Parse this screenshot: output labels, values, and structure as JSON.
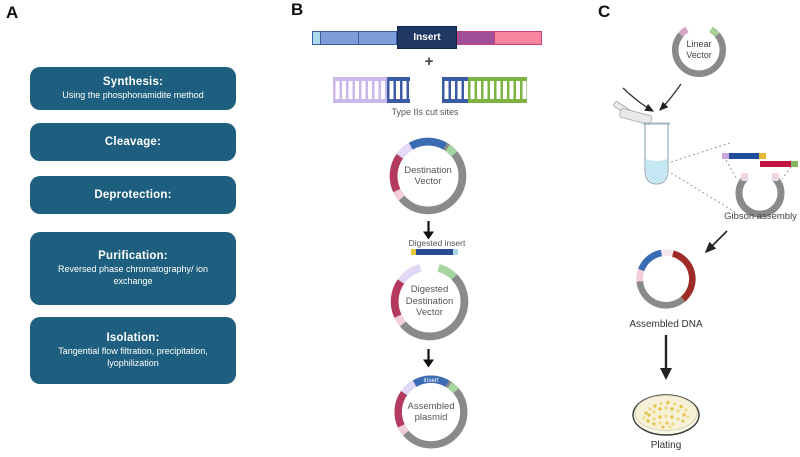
{
  "palette": {
    "step_box_teal": "#1e5e7e",
    "bar_light_blue": "#aadcee",
    "bar_blue": "#7d9ed8",
    "bar_navy_insert": "#1f3864",
    "bar_purple": "#9e4f96",
    "bar_pink": "#f9849e",
    "ladder_lavender": "#c9b8ea",
    "ladder_navy": "#3b5ba5",
    "ladder_green": "#7cb342",
    "ring_gray": "#8a8a8a",
    "ring_blue": "#3a6cb4",
    "ring_light_green": "#a5d6a0",
    "ring_maroon": "#b53a60",
    "ring_light_pink": "#f3cdd9",
    "ring_lavender": "#e2d9f6",
    "assembled_dark_red": "#9e2b25",
    "linear_pink_tip": "#d6a6c6",
    "linear_green_tip": "#a3cf97",
    "tube_liquid": "#c5e7f3",
    "gibson_navy": "#1f4e9e",
    "gibson_crimson": "#c01445",
    "gibson_yellow": "#e8b838",
    "gibson_lavender": "#c9a8dc",
    "gibson_green": "#85b55e",
    "colony_yellow": "#e5c44e",
    "dish_cream": "#fbf7e6"
  },
  "panelA": {
    "label": "A",
    "steps": [
      {
        "title": "Synthesis:",
        "subtitle": "Using the phosphonamidite method"
      },
      {
        "title": "Cleavage:",
        "subtitle": ""
      },
      {
        "title": "Deprotection:",
        "subtitle": ""
      },
      {
        "title": "Purification:",
        "subtitle": "Reversed phase chromatography/ ion exchange"
      },
      {
        "title": "Isolation:",
        "subtitle": "Tangential flow filtration, precipitation, lyophilization"
      }
    ]
  },
  "panelB": {
    "label": "B",
    "insert_label": "Insert",
    "plus": "+",
    "cut_sites_caption": "Type IIs cut sites",
    "vector1_label": "Destination Vector",
    "digested_insert_caption": "Digested insert",
    "vector2_label": "Digested Destination Vector",
    "plasmid_insert_label": "Insert",
    "vector3_label": "Assembled plasmid"
  },
  "panelC": {
    "label": "C",
    "linear_vector_label": "Linear Vector",
    "gibson_label": "Gibson assembly",
    "assembled_dna_label": "Assembled DNA",
    "plating_label": "Plating"
  }
}
